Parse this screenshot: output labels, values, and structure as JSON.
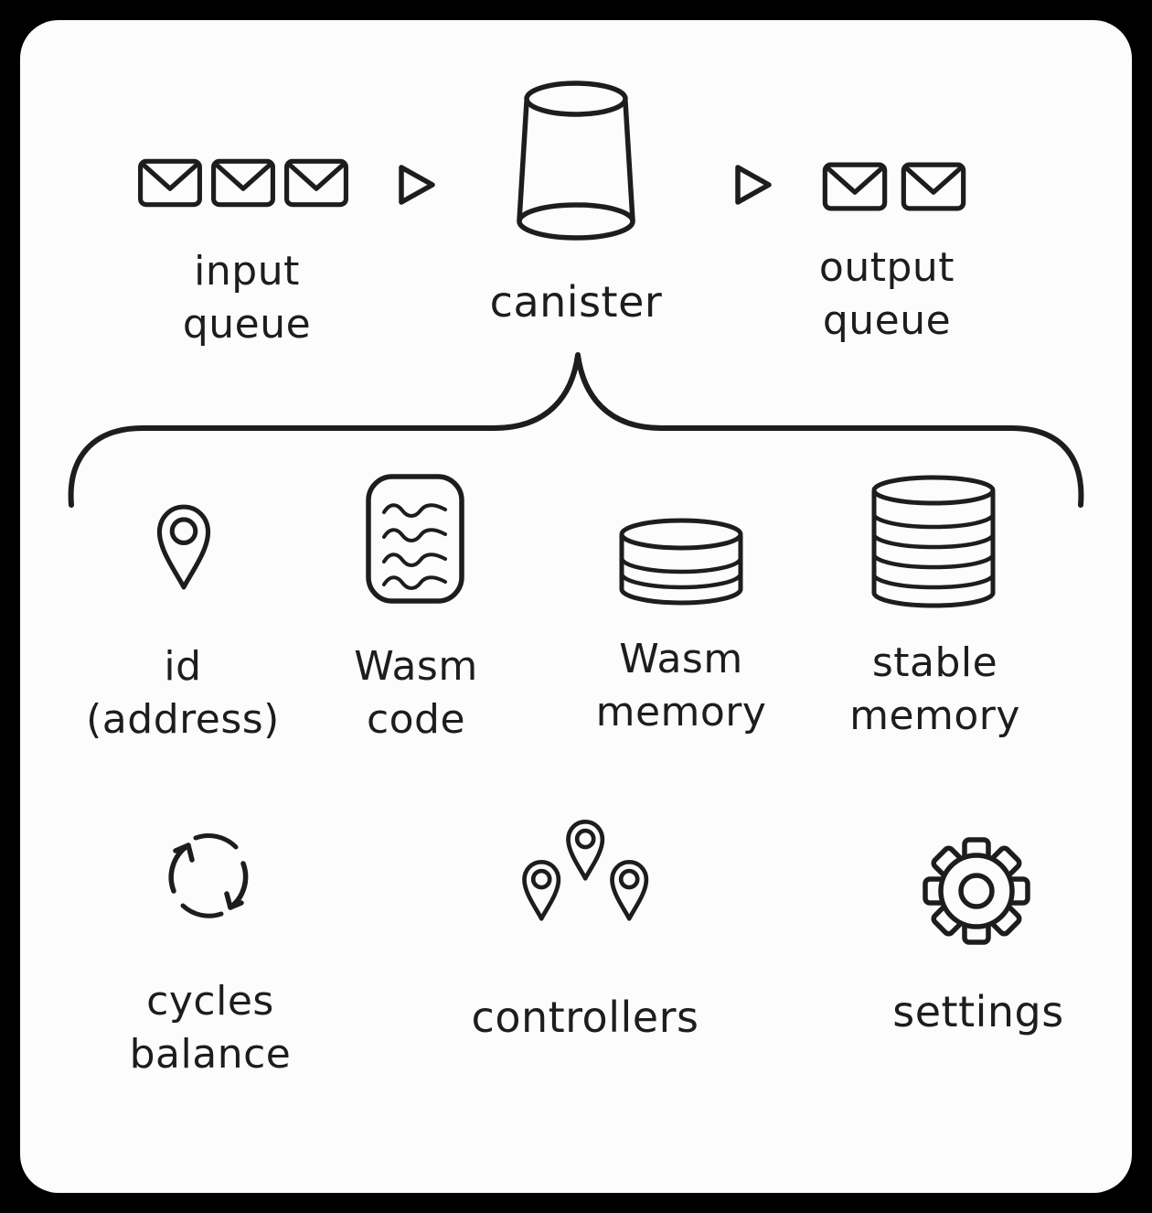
{
  "colors": {
    "ink": "#1d1d1d",
    "card_background": "#fcfcfc",
    "frame_background": "#000000"
  },
  "top_flow": {
    "input_queue": {
      "label": "input\nqueue",
      "icon": "envelope",
      "envelope_count": 3
    },
    "arrow_left": {
      "icon": "triangle-arrow"
    },
    "canister": {
      "label": "canister",
      "icon": "cylinder"
    },
    "arrow_right": {
      "icon": "triangle-arrow"
    },
    "output_queue": {
      "label": "output\nqueue",
      "icon": "envelope",
      "envelope_count": 2
    }
  },
  "brace": {
    "icon": "curly-brace",
    "meaning": "canister is composed of the parts below"
  },
  "components": [
    {
      "id": "id-address",
      "label": "id\n(address)",
      "icon": "map-pin"
    },
    {
      "id": "wasm-code",
      "label": "Wasm\ncode",
      "icon": "document-squiggles"
    },
    {
      "id": "wasm-memory",
      "label": "Wasm\nmemory",
      "icon": "disk-stack-small"
    },
    {
      "id": "stable-memory",
      "label": "stable\nmemory",
      "icon": "disk-stack-tall"
    },
    {
      "id": "cycles-balance",
      "label": "cycles\nbalance",
      "icon": "circular-arrows"
    },
    {
      "id": "controllers",
      "label": "controllers",
      "icon": "three-map-pins"
    },
    {
      "id": "settings",
      "label": "settings",
      "icon": "gear"
    }
  ]
}
